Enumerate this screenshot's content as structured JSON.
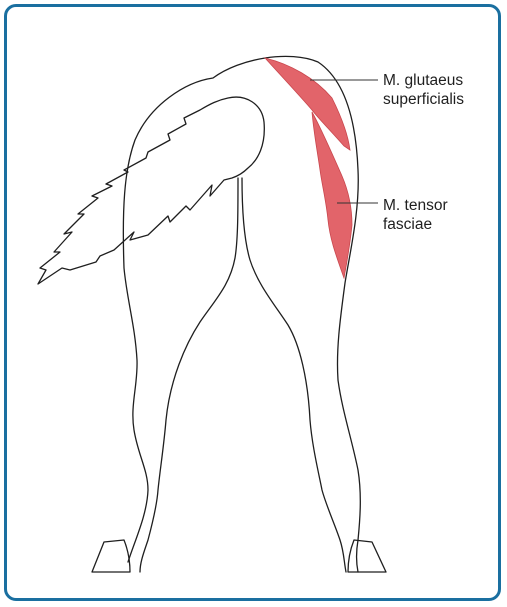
{
  "colors": {
    "frame_border": "#1a6fa0",
    "muscle_fill": "#e2646a",
    "outline": "#1f1f1f",
    "leader_line": "#333333"
  },
  "labels": {
    "gluteus": {
      "line1": "M. glutaeus",
      "line2": "superficialis"
    },
    "tensor": {
      "line1": "M. tensor",
      "line2": "fasciae"
    }
  }
}
